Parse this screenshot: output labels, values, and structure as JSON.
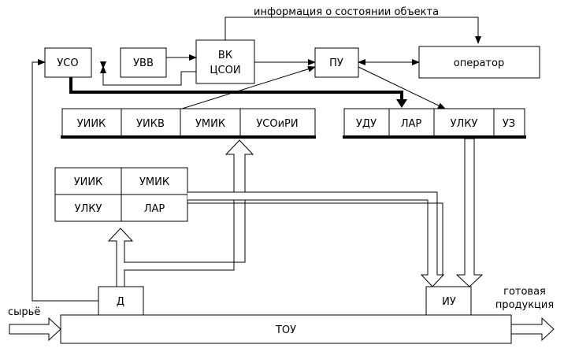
{
  "blocks": {
    "uso": "УСО",
    "uvv": "УВВ",
    "vk_line1": "ВК",
    "vk_line2": "ЦСОИ",
    "pu": "ПУ",
    "operator": "оператор",
    "d": "Д",
    "iu": "ИУ",
    "tou": "ТОУ"
  },
  "bus_left": [
    "УИИК",
    "УИКВ",
    "УМИК",
    "УСОиРИ"
  ],
  "bus_right": [
    "УДУ",
    "ЛАР",
    "УЛКУ",
    "УЗ"
  ],
  "grid_block": [
    "УИИК",
    "УМИК",
    "УЛКУ",
    "ЛАР"
  ],
  "labels": {
    "feedback_info": "информация о состоянии объекта",
    "raw_material": "сырьё",
    "product_line1": "готовая",
    "product_line2": "продукция"
  }
}
